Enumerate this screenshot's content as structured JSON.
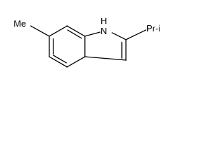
{
  "structure": {
    "atom_labels": {
      "methyl": "Me",
      "nh": "H",
      "n": "N",
      "isopropyl": "Pr-i"
    },
    "colors": {
      "background": "#ffffff",
      "line": "#000000"
    }
  }
}
